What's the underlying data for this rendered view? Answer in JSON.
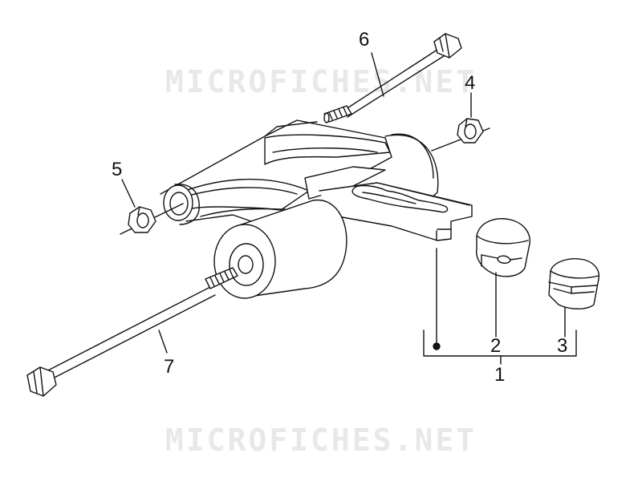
{
  "diagram": {
    "watermark_top": "MICROFICHES.NET",
    "watermark_bottom": "MICROFICHES.NET",
    "callouts": {
      "c1": "1",
      "c2": "2",
      "c3": "3",
      "c4": "4",
      "c5": "5",
      "c6": "6",
      "c7": "7"
    },
    "stroke_color": "#111111",
    "watermark_color": "#e8e8e8"
  }
}
